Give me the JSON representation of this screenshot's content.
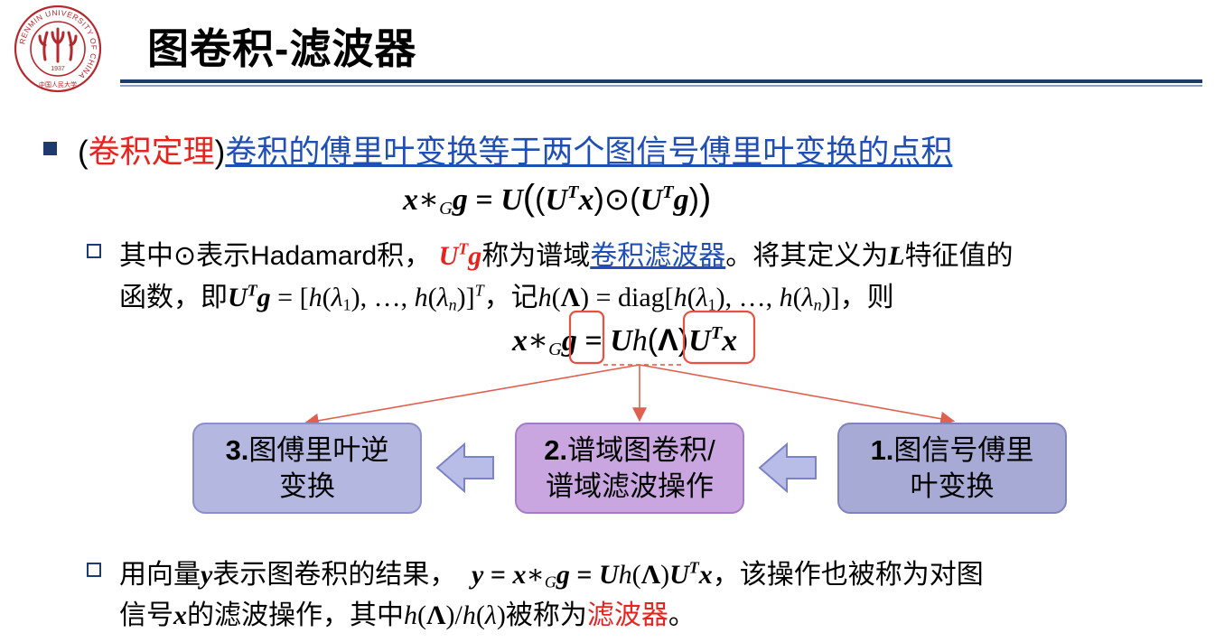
{
  "header": {
    "title": "图卷积-滤波器",
    "logo": {
      "icon": "renmin-university-seal-icon",
      "ring_text": "RENMIN UNIVERSITY OF CHINA",
      "year": "1937",
      "bottom_text": "中国人民大学"
    }
  },
  "colors": {
    "accent": "#1f3a6e",
    "red": "#e8231f",
    "blue": "#1f4fb4"
  },
  "bullet1": {
    "paren_open": "(",
    "theorem": "卷积定理",
    "paren_close": ")",
    "statement": "卷积的傅里叶变换等于两个图信号傅里叶变换的点积"
  },
  "bullet2": {
    "t1": "其中⊙表示Hadamard积，",
    "t2": "称为谱域",
    "link": "卷积滤波器",
    "t3": "。将其定义为",
    "t4": "特征值的",
    "t5": "函数，即",
    "t6": "，记",
    "t7": "，则"
  },
  "boxes": {
    "box3": {
      "num": "3.",
      "line1": "图傅里叶逆",
      "line2": "变换"
    },
    "box2": {
      "num": "2.",
      "line1": "谱域图卷积/",
      "line2": "谱域滤波操作"
    },
    "box1": {
      "num": "1.",
      "line1": "图信号傅里",
      "line2": "叶变换"
    }
  },
  "bullet3": {
    "t1": "用向量",
    "t2": "表示图卷积的结果，",
    "t3": "，该操作也被称为对图",
    "t4": "信号",
    "t5": "的滤波操作，其中",
    "t6": "被称为",
    "filter": "滤波器",
    "t7": "。"
  }
}
